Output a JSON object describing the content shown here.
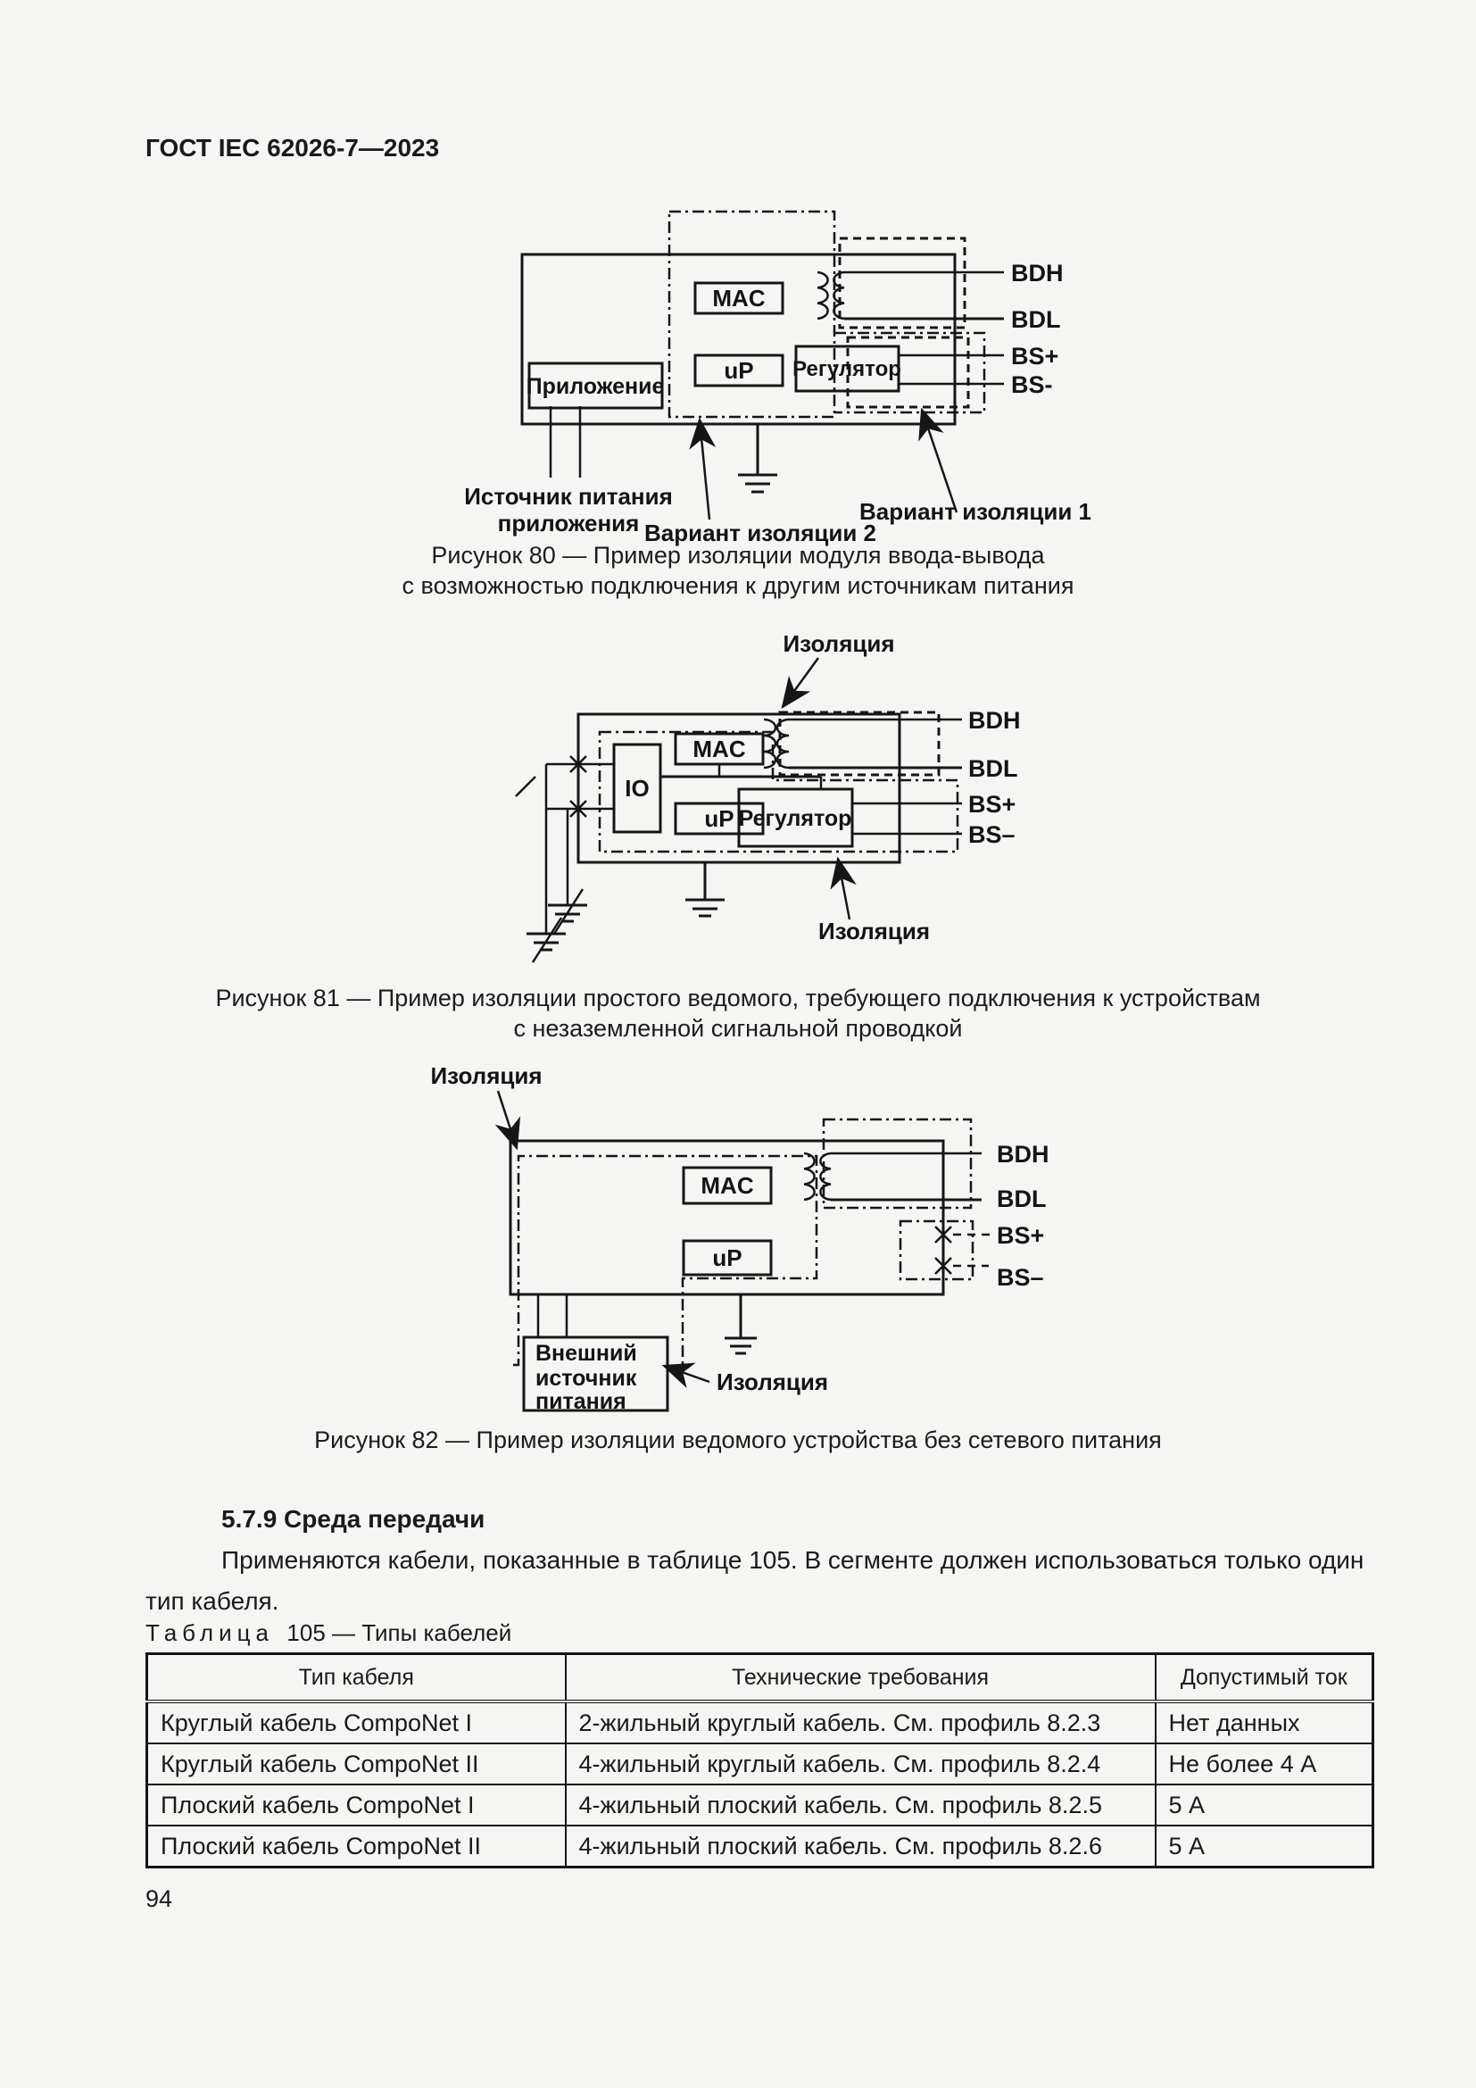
{
  "page": {
    "header": "ГОСТ IEC 62026-7—2023",
    "number": "94"
  },
  "colors": {
    "background": "#f5f5f3",
    "ink": "#1a1a1a"
  },
  "fig80": {
    "blocks": {
      "application": "Приложение",
      "mac": "MAC",
      "up": "uP",
      "regulator": "Регулятор"
    },
    "ports": {
      "bdh": "BDH",
      "bdl": "BDL",
      "bs_plus": "BS+",
      "bs_minus": "BS-"
    },
    "annotations": {
      "power_line1": "Источник питания",
      "power_line2": "приложения",
      "variant2": "Вариант изоляции 2",
      "variant1": "Вариант изоляции 1"
    },
    "caption_line1": "Рисунок 80 — Пример изоляции модуля ввода-вывода",
    "caption_line2": "с возможностью подключения к другим источникам питания"
  },
  "fig81": {
    "blocks": {
      "io": "IO",
      "mac": "MAC",
      "up": "uP",
      "regulator": "Регулятор"
    },
    "ports": {
      "bdh": "BDH",
      "bdl": "BDL",
      "bs_plus": "BS+",
      "bs_minus": "BS–"
    },
    "annotations": {
      "isolation_top": "Изоляция",
      "isolation_bottom": "Изоляция"
    },
    "caption_line1": "Рисунок 81 — Пример изоляции простого ведомого, требующего подключения к устройствам",
    "caption_line2": "с незаземленной сигнальной проводкой"
  },
  "fig82": {
    "blocks": {
      "mac": "MAC",
      "up": "uP",
      "ext_line1": "Внешний",
      "ext_line2": "источник",
      "ext_line3": "питания"
    },
    "ports": {
      "bdh": "BDH",
      "bdl": "BDL",
      "bs_plus": "BS+",
      "bs_minus": "BS–"
    },
    "annotations": {
      "isolation_top": "Изоляция",
      "isolation_bottom": "Изоляция"
    },
    "caption": "Рисунок 82 — Пример изоляции ведомого устройства без сетевого питания"
  },
  "section": {
    "heading": "5.7.9 Среда передачи",
    "paragraph_line1": "Применяются кабели, показанные в таблице 105. В сегменте должен использоваться только один",
    "paragraph_line2": "тип кабеля.",
    "table_label_word": "Таблица",
    "table_label_rest": "105 — Типы кабелей"
  },
  "table": {
    "headers": [
      "Тип кабеля",
      "Технические требования",
      "Допустимый ток"
    ],
    "rows": [
      [
        "Круглый кабель CompoNet I",
        "2-жильный круглый кабель. См. профиль 8.2.3",
        "Нет данных"
      ],
      [
        "Круглый кабель CompoNet II",
        "4-жильный круглый кабель. См. профиль 8.2.4",
        "Не более 4 А"
      ],
      [
        "Плоский кабель CompoNet I",
        "4-жильный плоский кабель. См. профиль 8.2.5",
        "5 А"
      ],
      [
        "Плоский кабель CompoNet II",
        "4-жильный плоский кабель. См. профиль 8.2.6",
        "5 А"
      ]
    ]
  }
}
